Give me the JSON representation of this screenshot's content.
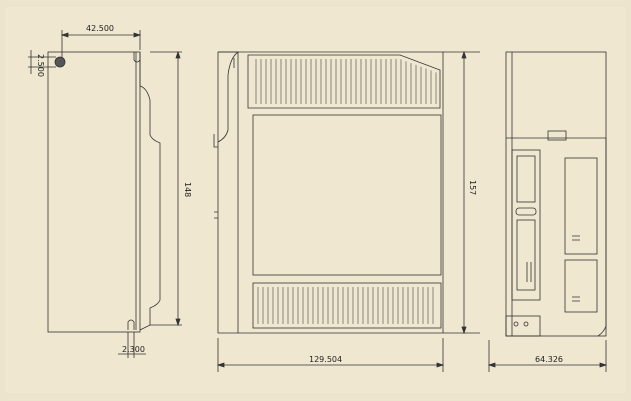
{
  "drawing": {
    "background_color": "#efe7d0",
    "line_color": "#333333",
    "dimensions": {
      "side_top_width": "42.500",
      "side_hole_offset": "2.500",
      "side_height": "148",
      "side_bottom_offset": "2.300",
      "front_height": "157",
      "front_width": "129.504",
      "rear_width": "64.326"
    }
  }
}
